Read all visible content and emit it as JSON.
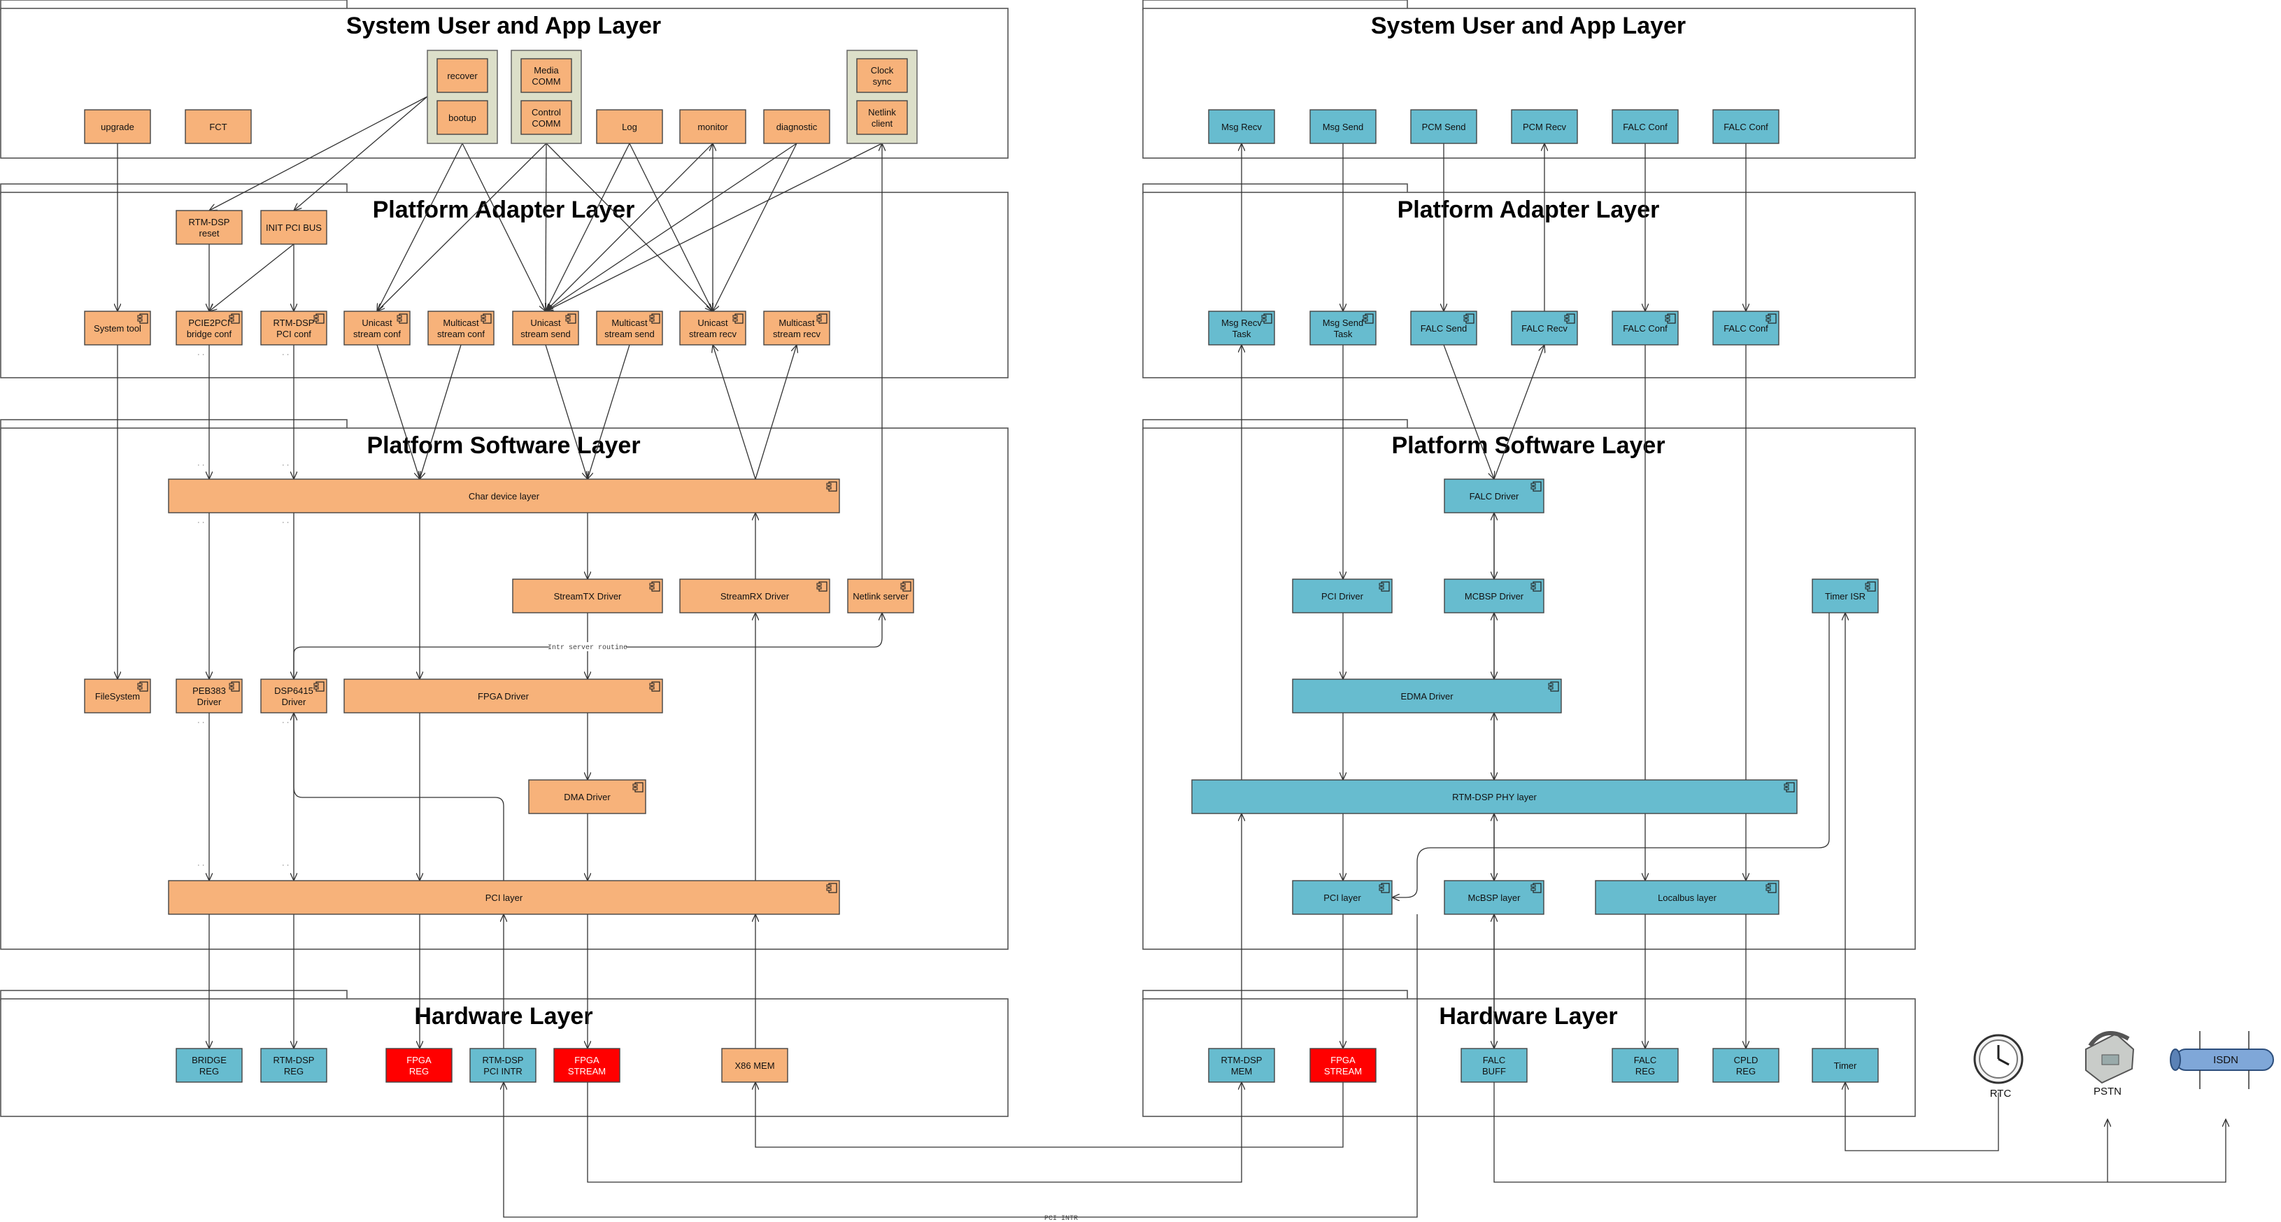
{
  "colors": {
    "orange": "#f7b27a",
    "blue": "#67bccf",
    "red": "#ff0000",
    "group": "#dcdfc9"
  },
  "left": {
    "layers": {
      "app": "System User and App Layer",
      "adapter": "Platform Adapter Layer",
      "software": "Platform Software Layer",
      "hardware": "Hardware Layer"
    },
    "app": {
      "upgrade": "upgrade",
      "fct": "FCT",
      "recover": "recover",
      "bootup": "bootup",
      "media_comm": "Media\nCOMM",
      "control_comm": "Control\nCOMM",
      "log": "Log",
      "monitor": "monitor",
      "diagnostic": "diagnostic",
      "clock_sync": "Clock\nsync",
      "netlink_client": "Netlink\nclient"
    },
    "adapter": {
      "rtm_dsp_reset": "RTM-DSP\nreset",
      "init_pci_bus": "INIT PCI BUS",
      "system_tool": "System tool",
      "pcie2pci": "PCIE2PCI\nbridge conf",
      "rtm_dsp_pci_conf": "RTM-DSP\nPCI conf",
      "unicast_conf": "Unicast\nstream conf",
      "multicast_conf": "Multicast\nstream conf",
      "unicast_send": "Unicast\nstream send",
      "multicast_send": "Multicast\nstream send",
      "unicast_recv": "Unicast\nstream recv",
      "multicast_recv": "Multicast\nstream recv"
    },
    "software": {
      "char_device": "Char device layer",
      "streamtx": "StreamTX Driver",
      "streamrx": "StreamRX Driver",
      "netlink_server": "Netlink server",
      "intr_note": "Intr server routine",
      "filesystem": "FileSystem",
      "peb": "PEB383\nDriver",
      "dsp": "DSP6415\nDriver",
      "fpga_driver": "FPGA Driver",
      "dma_driver": "DMA Driver",
      "pci_layer": "PCI layer"
    },
    "hardware": {
      "bridge_reg": "BRIDGE\nREG",
      "rtm_dsp_reg": "RTM-DSP\nREG",
      "fpga_reg": "FPGA\nREG",
      "rtm_dsp_pci_intr": "RTM-DSP\nPCI INTR",
      "fpga_stream": "FPGA\nSTREAM",
      "x86_mem": "X86 MEM"
    }
  },
  "right": {
    "layers": {
      "app": "System User and App Layer",
      "adapter": "Platform Adapter Layer",
      "software": "Platform Software Layer",
      "hardware": "Hardware Layer"
    },
    "app": {
      "msg_recv": "Msg Recv",
      "msg_send": "Msg Send",
      "pcm_send": "PCM Send",
      "pcm_recv": "PCM Recv",
      "falc_conf_1": "FALC Conf",
      "falc_conf_2": "FALC Conf"
    },
    "adapter": {
      "msg_recv_task": "Msg Recv\nTask",
      "msg_send_task": "Msg Send\nTask",
      "falc_send": "FALC Send",
      "falc_recv": "FALC Recv",
      "falc_conf_1": "FALC Conf",
      "falc_conf_2": "FALC Conf"
    },
    "software": {
      "falc_driver": "FALC Driver",
      "pci_driver": "PCI Driver",
      "mcbsp_driver": "MCBSP Driver",
      "timer_isr": "Timer ISR",
      "edma_driver": "EDMA Driver",
      "phy_layer": "RTM-DSP PHY layer",
      "pci_layer": "PCI layer",
      "mcbsp_layer": "McBSP layer",
      "localbus_layer": "Localbus layer"
    },
    "hardware": {
      "rtm_dsp_mem": "RTM-DSP\nMEM",
      "fpga_stream": "FPGA\nSTREAM",
      "falc_buff": "FALC\nBUFF",
      "falc_reg": "FALC\nREG",
      "cpld_reg": "CPLD\nREG",
      "timer": "Timer"
    }
  },
  "external": {
    "rtc": "RTC",
    "pstn": "PSTN",
    "isdn": "ISDN"
  },
  "bottom": {
    "pci_intr": "PCI INTR"
  }
}
